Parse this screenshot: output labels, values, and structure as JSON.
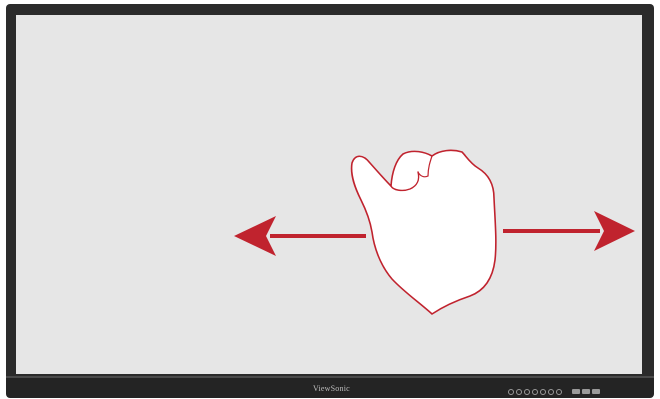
{
  "display": {
    "brand": "ViewSonic",
    "frame_color": "#2b2b2b",
    "screen_color": "#e6e6e6"
  },
  "gesture": {
    "type": "horizontal-swipe",
    "directions": [
      "left",
      "right"
    ],
    "arrow_color": "#c0232e",
    "hand_outline_color": "#c0232e",
    "hand_fill_color": "#ffffff",
    "icons": [
      "hand-swipe-icon",
      "arrow-left-icon",
      "arrow-right-icon"
    ]
  }
}
